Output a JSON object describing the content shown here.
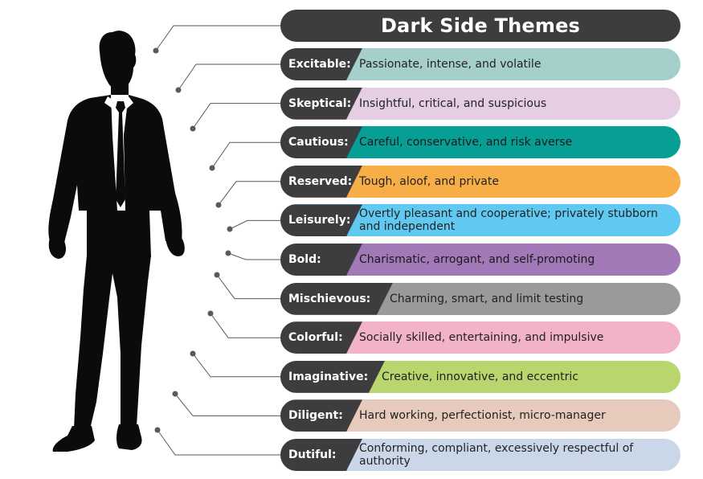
{
  "title": "Dark Side Themes",
  "themes": [
    {
      "label": "Excitable:",
      "description": "Passionate, intense, and volatile",
      "color": "#a5cfca"
    },
    {
      "label": "Skeptical:",
      "description": "Insightful, critical, and suspicious",
      "color": "#e5cde4"
    },
    {
      "label": "Cautious:",
      "description": "Careful, conservative, and risk averse",
      "color": "#079f95"
    },
    {
      "label": "Reserved:",
      "description": "Tough, aloof, and private",
      "color": "#f8ae47"
    },
    {
      "label": "Leisurely:",
      "description": "Overtly pleasant and cooperative; privately stubborn and independent",
      "color": "#5fc9f2"
    },
    {
      "label": "Bold:",
      "description": "Charismatic, arrogant, and self-promoting",
      "color": "#a179b7"
    },
    {
      "label": "Mischievous:",
      "description": "Charming, smart, and limit testing",
      "color": "#999a9b"
    },
    {
      "label": "Colorful:",
      "description": "Socially skilled, entertaining, and impulsive",
      "color": "#f2b2c8"
    },
    {
      "label": "Imaginative:",
      "description": "Creative, innovative, and eccentric",
      "color": "#b8d56e"
    },
    {
      "label": "Diligent:",
      "description": "Hard working, perfectionist, micro-manager",
      "color": "#e6cbbd"
    },
    {
      "label": "Dutiful:",
      "description": "Conforming, compliant, excessively respectful of authority",
      "color": "#cad7e8"
    }
  ],
  "colors": {
    "dark": "#3d3d3f",
    "connector": "#5a5a5a"
  }
}
